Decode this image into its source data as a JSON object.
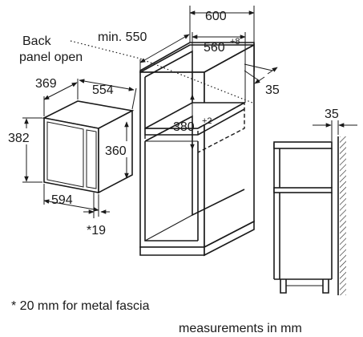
{
  "labels": {
    "back_panel_line1": "Back",
    "back_panel_line2": "panel open",
    "min_550": "min. 550",
    "w600": "600",
    "w560_base": "560",
    "w560_sup": "+8",
    "d35_right": "35",
    "h380_base": "380",
    "h380_sup": "+2",
    "d369": "369",
    "d554": "554",
    "h382": "382",
    "h360": "360",
    "w594": "594",
    "note19": "*19",
    "side35": "35"
  },
  "footnote": "* 20 mm for metal fascia",
  "units_note": "measurements in mm"
}
